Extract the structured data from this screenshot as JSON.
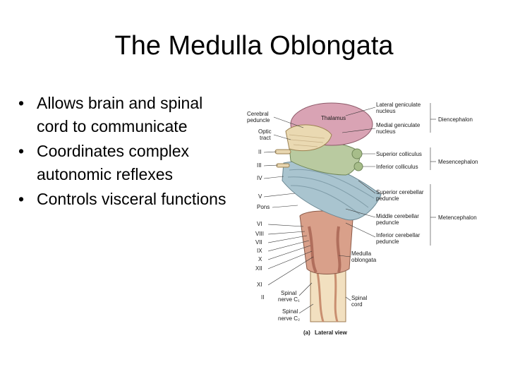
{
  "slide": {
    "title": "The Medulla Oblongata",
    "bullets": [
      "Allows brain and spinal cord to communicate",
      "Coordinates complex autonomic reflexes",
      "Controls visceral functions"
    ]
  },
  "figure": {
    "caption_letter": "(a)",
    "caption": "Lateral view",
    "labels": {
      "thalamus": "Thalamus",
      "cerebral_peduncle_1": "Cerebral",
      "cerebral_peduncle_2": "peduncle",
      "optic_tract_1": "Optic",
      "optic_tract_2": "tract",
      "cn_ii": "II",
      "cn_iii": "III",
      "cn_iv": "IV",
      "cn_v": "V",
      "pons": "Pons",
      "cn_vi": "VI",
      "cn_viii": "VIII",
      "cn_vii": "VII",
      "cn_ix": "IX",
      "cn_x": "X",
      "cn_xii": "XII",
      "cn_xi": "XI",
      "ii_small": "II",
      "spinal_c1_1": "Spinal",
      "spinal_c1_2": "nerve C₁",
      "spinal_c2_1": "Spinal",
      "spinal_c2_2": "nerve C₂",
      "lat_gen_1": "Lateral geniculate",
      "lat_gen_2": "nucleus",
      "med_gen_1": "Medial geniculate",
      "med_gen_2": "nucleus",
      "diencephalon": "Diencephalon",
      "sup_coll": "Superior colliculus",
      "inf_coll": "Inferior colliculus",
      "mesencephalon": "Mesencephalon",
      "sup_cer_1": "Superior cerebellar",
      "sup_cer_2": "peduncle",
      "mid_cer_1": "Middle cerebellar",
      "mid_cer_2": "peduncle",
      "metencephalon": "Metencephalon",
      "inf_cer_1": "Inferior cerebellar",
      "inf_cer_2": "peduncle",
      "medulla_1": "Medulla",
      "medulla_2": "oblongata",
      "spinal_cord_1": "Spinal",
      "spinal_cord_2": "cord"
    }
  }
}
